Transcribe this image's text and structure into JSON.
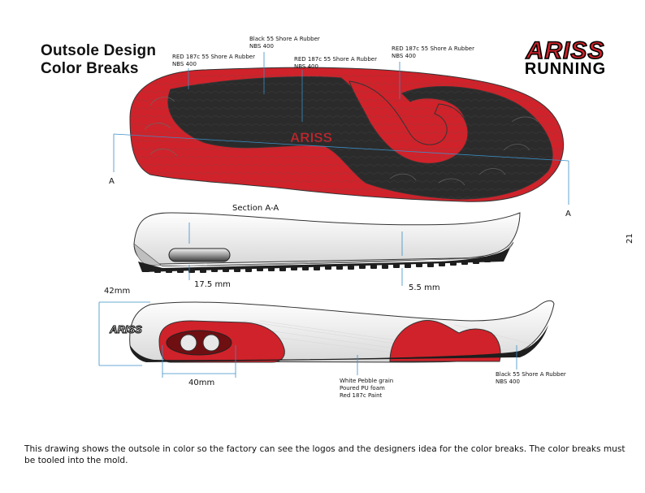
{
  "title": {
    "line1": "Outsole Design",
    "line2": "Color Breaks"
  },
  "brand": {
    "logo_text": "ARISS",
    "wordmark": "RUNNING"
  },
  "callouts": {
    "red_left": {
      "line1": "RED 187c   55 Shore A Rubber",
      "line2": "NBS 400"
    },
    "black_top": {
      "line1": "Black 55 Shore A Rubber",
      "line2": "NBS 400"
    },
    "red_mid": {
      "line1": "RED 187c   55 Shore A Rubber",
      "line2": "NBS 400"
    },
    "red_right": {
      "line1": "RED 187c   55 Shore A Rubber",
      "line2": "NBS 400"
    },
    "black_bottom": {
      "line1": "Black 55 Shore A Rubber",
      "line2": "NBS 400"
    },
    "midsole": {
      "line1": "White Pebble grain",
      "line2": "Poured PU foam",
      "line3": "Red 187c Paint"
    }
  },
  "section": {
    "label": "Section A-A",
    "marker_left": "A",
    "marker_right": "A"
  },
  "dimensions": {
    "heel_thickness": "17.5 mm",
    "forefoot_thickness": "5.5 mm",
    "heel_height": "42mm",
    "airbag_length": "40mm"
  },
  "sole_logo": "ARISS",
  "side_logo": "ARISS",
  "caption": "This drawing shows the outsole in color so the factory can see the logos and the designers idea for the color breaks. The color breaks must be tooled into the mold.",
  "page_number": "21",
  "colors": {
    "red": "#d0222a",
    "black_rubber": "#2b2b2b",
    "dim_line": "#3a8fc7"
  }
}
